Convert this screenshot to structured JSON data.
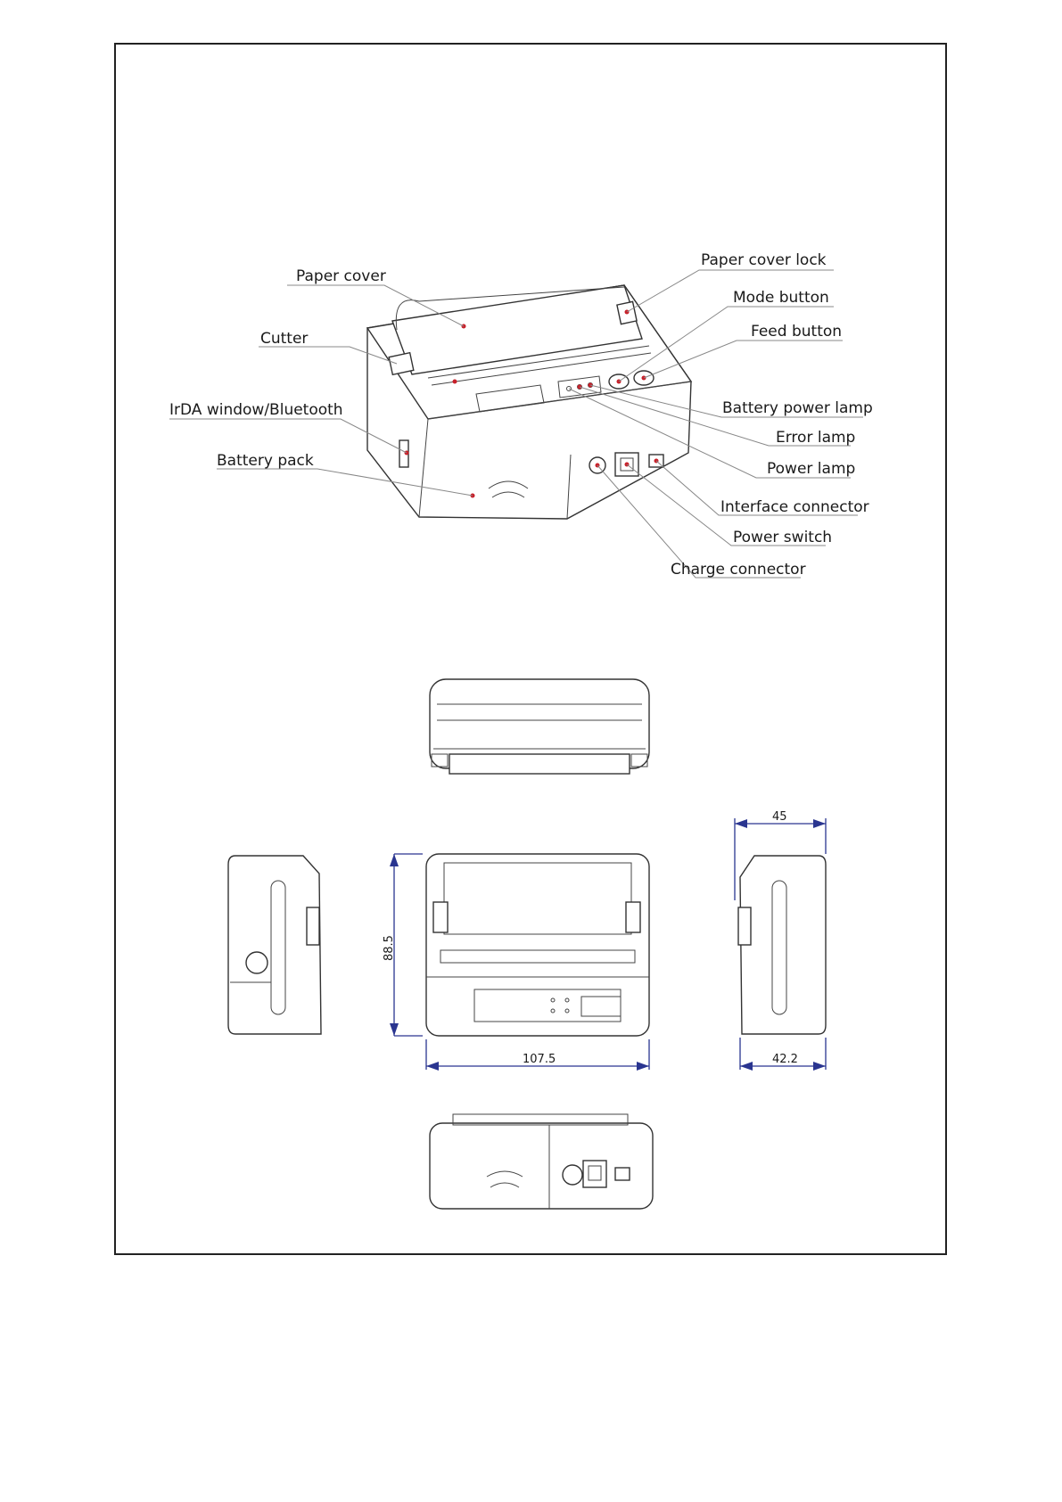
{
  "callouts": {
    "paper_cover": "Paper cover",
    "cutter": "Cutter",
    "irda_bluetooth": "IrDA window/Bluetooth",
    "battery_pack": "Battery pack",
    "paper_cover_lock": "Paper cover lock",
    "mode_button": "Mode button",
    "feed_button": "Feed button",
    "battery_power_lamp": "Battery power lamp",
    "error_lamp": "Error lamp",
    "power_lamp": "Power lamp",
    "interface_connector": "Interface connector",
    "power_switch": "Power switch",
    "charge_connector": "Charge connector"
  },
  "dimensions": {
    "height": "88.5",
    "width": "107.5",
    "depth_top": "45",
    "depth_bottom": "42.2"
  },
  "colors": {
    "dimension_line": "#2a3590",
    "marker": "#c8202a",
    "outline": "#333333"
  }
}
